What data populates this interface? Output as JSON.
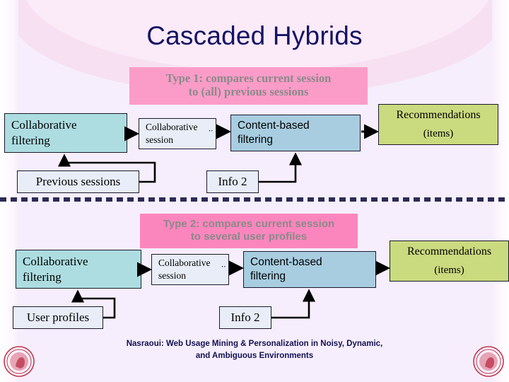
{
  "slide": {
    "title": "Cascaded Hybrids",
    "footer_line1": "Nasraoui: Web Usage Mining & Personalization in Noisy, Dynamic,",
    "footer_line2": "and Ambiguous Environments",
    "logo_name": "university-of-louisville-seal"
  },
  "colors": {
    "title_text": "#141464",
    "banner_pink_1": "#fb9cc8",
    "banner_pink_2": "#fb86bd",
    "banner_text": "#8a8a8a",
    "box_teal": "#addde1",
    "box_blue": "#a8cde0",
    "box_pale": "#e8edf7",
    "box_olive": "#cada7f",
    "background": "#f6eefc",
    "footer_text": "#121252",
    "connector": "#000000"
  },
  "type1": {
    "banner_line1": "Type 1: compares current session",
    "banner_line2": "to (all) previous sessions",
    "collab_filtering": "Collaborative\nfiltering",
    "collab_filtering_l1": "Collaborative",
    "collab_filtering_l2": "filtering",
    "collab_session_l1": "Collaborative",
    "collab_session_l2": "session",
    "session_dash": "··",
    "content_filtering_l1": "Content-based",
    "content_filtering_l2": "filtering",
    "recommendations_l1": "Recommendations",
    "recommendations_l2": "(items)",
    "source_box": "Previous sessions",
    "info_box": "Info 2"
  },
  "type2": {
    "banner_line1": "Type 2: compares current session",
    "banner_line2": "to several user profiles",
    "collab_filtering_l1": "Collaborative",
    "collab_filtering_l2": "filtering",
    "collab_session_l1": "Collaborative",
    "collab_session_l2": "session",
    "session_dash": "··",
    "content_filtering_l1": "Content-based",
    "content_filtering_l2": "filtering",
    "recommendations_l1": "Recommendations",
    "recommendations_l2": "(items)",
    "source_box": "User profiles",
    "info_box": "Info 2"
  }
}
